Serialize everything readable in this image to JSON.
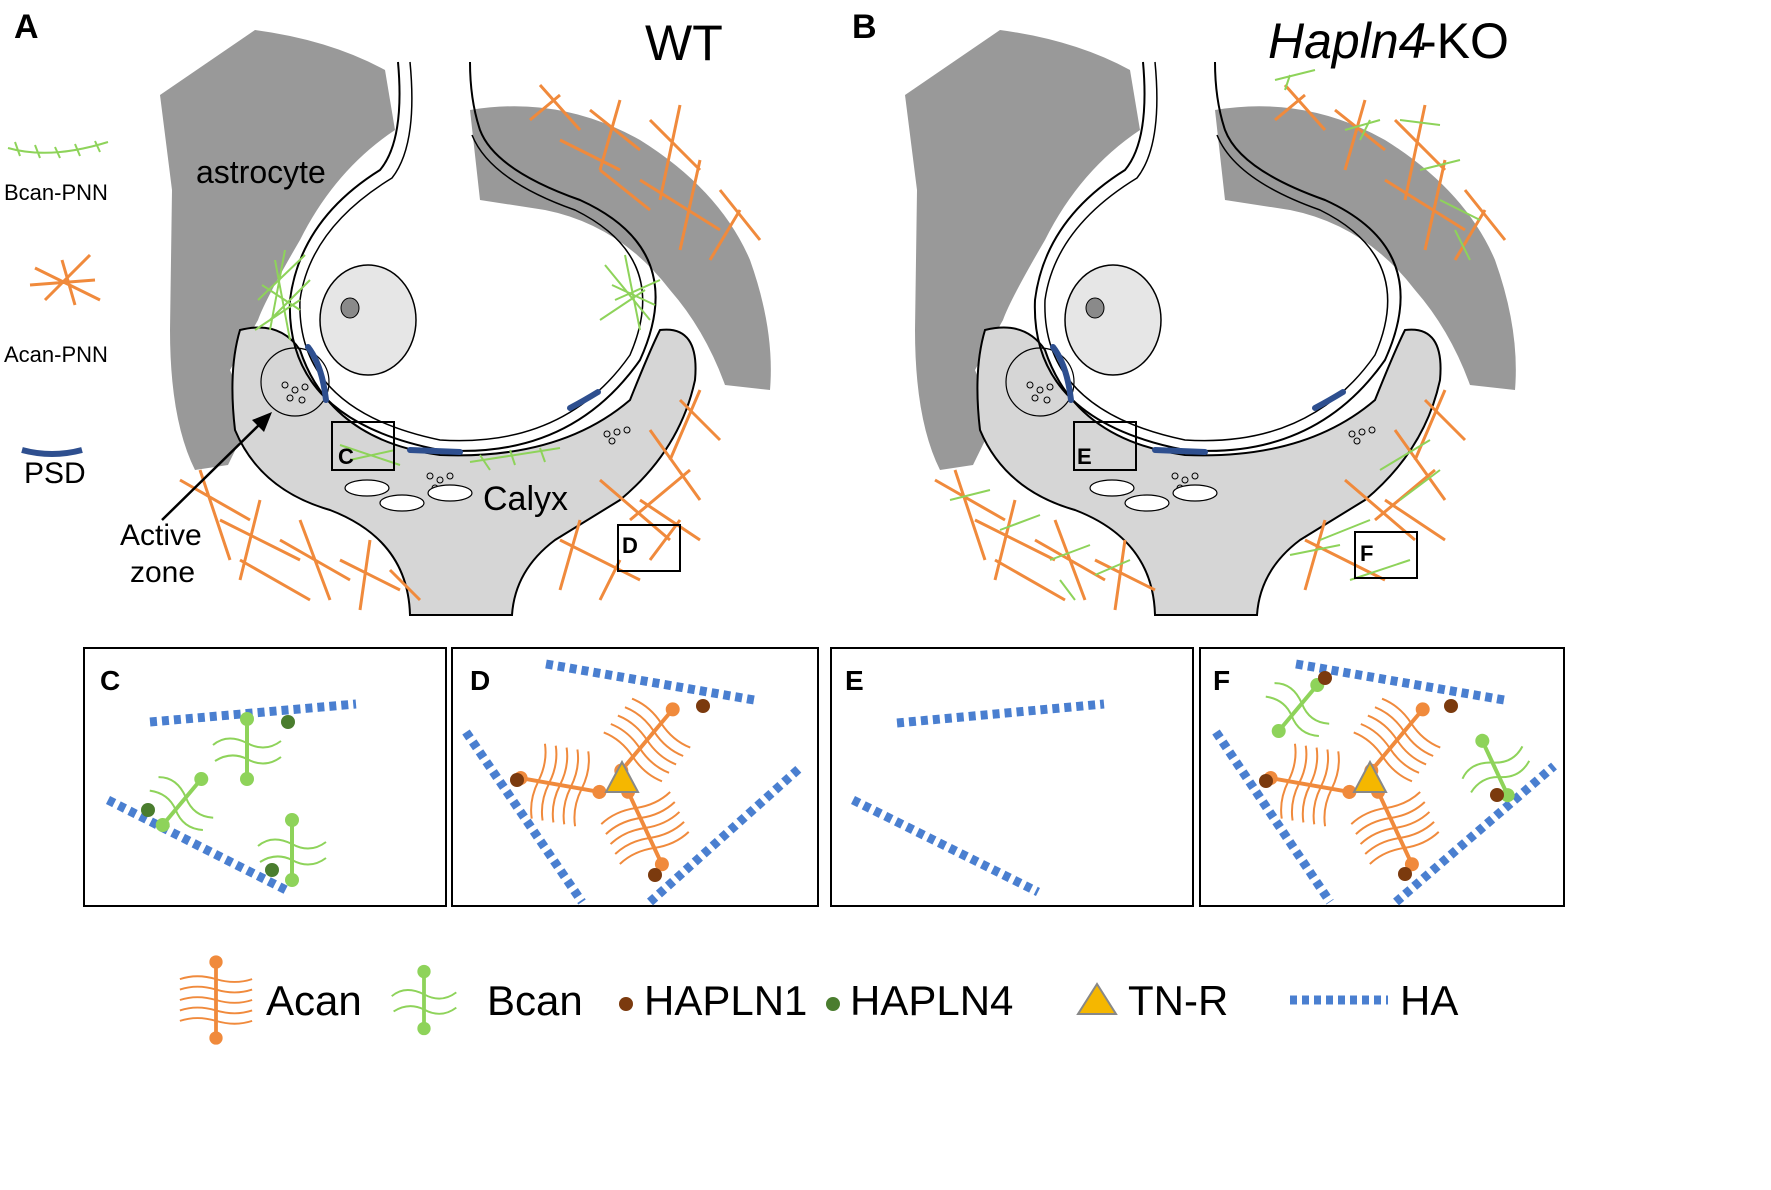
{
  "panels": {
    "A": {
      "letter": "A",
      "title": "WT"
    },
    "B": {
      "letter": "B",
      "title_italic": "Hapln4",
      "title_suffix": "-KO"
    }
  },
  "key": {
    "bcan_pnn": "Bcan-PNN",
    "acan_pnn": "Acan-PNN",
    "psd": "PSD"
  },
  "labels": {
    "astrocyte": "astrocyte",
    "calyx": "Calyx",
    "active_zone_line1": "Active",
    "active_zone_line2": "zone"
  },
  "boxes": {
    "C": "C",
    "D": "D",
    "E": "E",
    "F": "F"
  },
  "legend": {
    "acan": "Acan",
    "bcan": "Bcan",
    "hapln1": "HAPLN1",
    "hapln4": "HAPLN4",
    "tnr": "TN-R",
    "ha": "HA"
  },
  "colors": {
    "acan": "#f08a3c",
    "bcan": "#8ed35a",
    "hapln1": "#7b3a0e",
    "hapln4": "#4a7d2e",
    "tnr": "#f5b700",
    "ha_dark": "#1f3a6b",
    "ha_light": "#4a7fd0",
    "astrocyte": "#999999",
    "calyx": "#d6d6d6",
    "psd": "#2e4f8f"
  }
}
